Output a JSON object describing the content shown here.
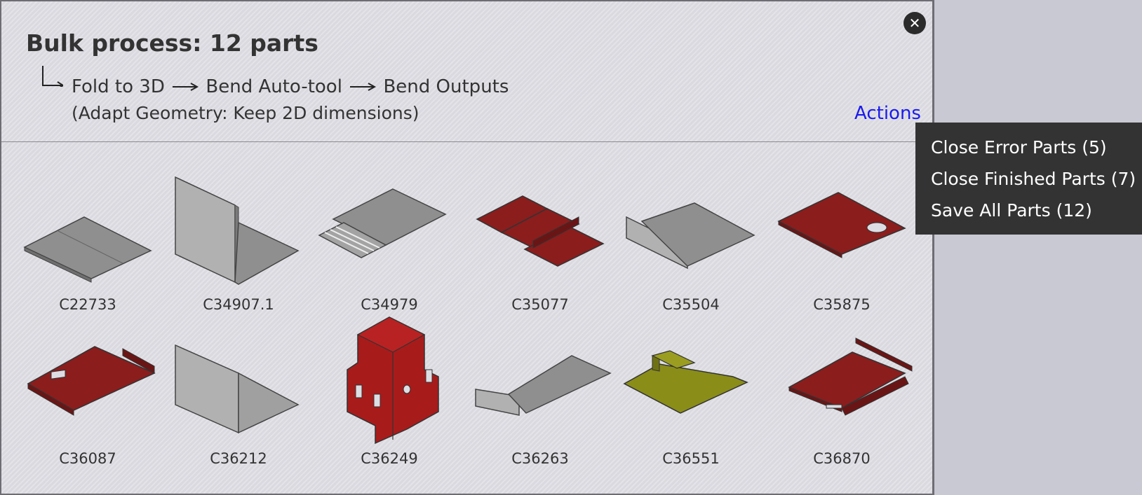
{
  "dialog": {
    "title": "Bulk process: 12 parts",
    "flow_steps": [
      "Fold to 3D",
      "Bend Auto-tool",
      "Bend Outputs"
    ],
    "subtitle": "(Adapt Geometry: Keep 2D dimensions)",
    "actions_label": "Actions",
    "close_icon": "close-icon"
  },
  "menu": {
    "items": [
      {
        "label": "Close Error Parts (5)"
      },
      {
        "label": "Close Finished Parts (7)"
      },
      {
        "label": "Save All Parts (12)"
      }
    ]
  },
  "colors": {
    "part_gray": "#8f8f8f",
    "part_light_gray": "#b1b1b1",
    "part_red": "#8b1d1d",
    "part_bright_red": "#a81b1b",
    "part_olive": "#8a8d18",
    "menu_bg": "#333333",
    "link": "#1a1aee"
  },
  "parts": [
    {
      "name": "C22733",
      "color": "gray",
      "icon": "flat-plate-icon"
    },
    {
      "name": "C34907.1",
      "color": "light-gray",
      "icon": "l-bracket-icon"
    },
    {
      "name": "C34979",
      "color": "gray",
      "icon": "ribbed-plate-icon"
    },
    {
      "name": "C35077",
      "color": "red",
      "icon": "step-plate-icon"
    },
    {
      "name": "C35504",
      "color": "gray",
      "icon": "angle-plate-icon"
    },
    {
      "name": "C35875",
      "color": "red",
      "icon": "plate-with-hole-icon"
    },
    {
      "name": "C36087",
      "color": "red",
      "icon": "tray-plate-icon"
    },
    {
      "name": "C36212",
      "color": "light-gray",
      "icon": "angle-bracket-icon"
    },
    {
      "name": "C36249",
      "color": "bright-red",
      "icon": "cross-box-icon"
    },
    {
      "name": "C36263",
      "color": "gray",
      "icon": "angle-plate-icon"
    },
    {
      "name": "C36551",
      "color": "olive",
      "icon": "tab-plate-icon"
    },
    {
      "name": "C36870",
      "color": "red",
      "icon": "channel-tray-icon"
    }
  ]
}
